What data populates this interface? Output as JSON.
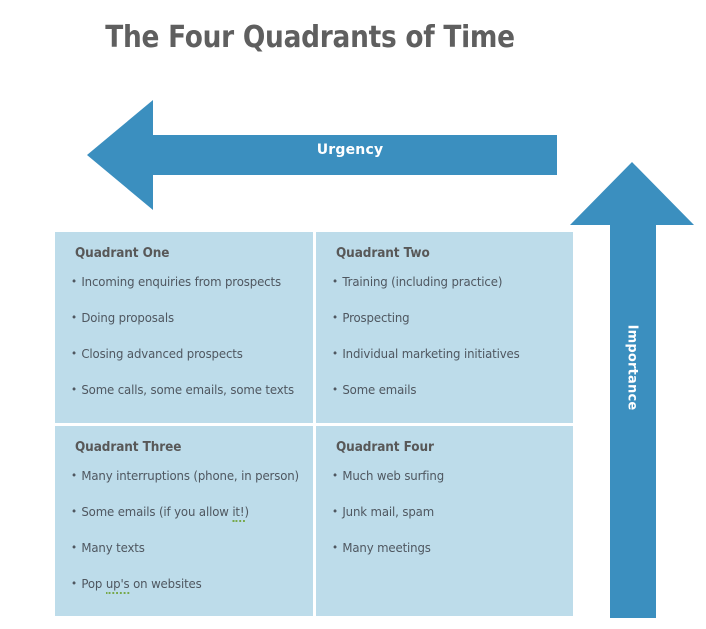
{
  "title": "The Four Quadrants of Time",
  "axes": {
    "horizontal": {
      "label": "Urgency",
      "icon": "left-arrow-icon",
      "direction": "left",
      "color": "#3b8fbf"
    },
    "vertical": {
      "label": "Importance",
      "icon": "up-arrow-icon",
      "direction": "up",
      "color": "#3b8fbf"
    }
  },
  "theme": {
    "quadrant_fill": "#bddcea",
    "arrow_fill": "#3b8fbf",
    "heading_color": "#585858",
    "body_text_color": "#4f5760",
    "title_color": "#5f5f5f",
    "grammar_underline_color": "#76a84a",
    "page_background": "#ffffff"
  },
  "quadrants": [
    {
      "heading": "Quadrant One",
      "items": [
        {
          "text": "Incoming enquiries from prospects"
        },
        {
          "text": "Doing proposals"
        },
        {
          "text": "Closing advanced prospects"
        },
        {
          "text": "Some calls, some emails, some texts"
        }
      ]
    },
    {
      "heading": "Quadrant Two",
      "items": [
        {
          "text": "Training (including practice)"
        },
        {
          "text": "Prospecting"
        },
        {
          "text": "Individual marketing initiatives"
        },
        {
          "text": "Some emails"
        }
      ]
    },
    {
      "heading": "Quadrant Three",
      "items": [
        {
          "text": "Many interruptions (phone, in person)"
        },
        {
          "text": "Some emails (if you allow it!)",
          "marked": "it!"
        },
        {
          "text": "Many texts"
        },
        {
          "text": "Pop up's on websites",
          "marked": "up's"
        }
      ]
    },
    {
      "heading": "Quadrant Four",
      "items": [
        {
          "text": "Much web surfing"
        },
        {
          "text": "Junk mail, spam"
        },
        {
          "text": "Many meetings"
        }
      ]
    }
  ]
}
